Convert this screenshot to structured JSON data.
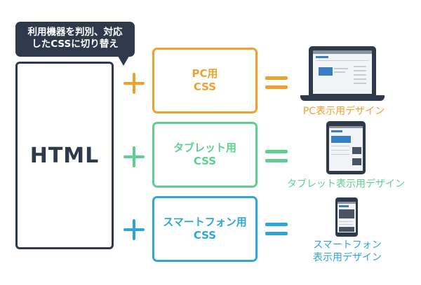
{
  "bubble": {
    "text_line1": "利用機器を判別、対応",
    "text_line2": "したCSSに切り替え"
  },
  "html_box": {
    "label": "HTML"
  },
  "operators": {
    "plus": "+",
    "equals": "="
  },
  "rows": [
    {
      "id": "pc",
      "css_line1": "PC用",
      "css_line2": "CSS",
      "output_line1": "PC表示用デザイン",
      "output_line2": "",
      "device": "laptop",
      "color": "#f0a02f"
    },
    {
      "id": "tablet",
      "css_line1": "タブレット用",
      "css_line2": "CSS",
      "output_line1": "タブレット表示用デザイン",
      "output_line2": "",
      "device": "tablet",
      "color": "#5fcf8f"
    },
    {
      "id": "smartphone",
      "css_line1": "スマートフォン用",
      "css_line2": "CSS",
      "output_line1": "スマートフォン",
      "output_line2": "表示用デザイン",
      "device": "smartphone",
      "color": "#2ea6d8"
    }
  ],
  "colors": {
    "dark": "#2e3a4c",
    "pc": "#f0a02f",
    "tablet": "#5fcf8f",
    "smartphone": "#2ea6d8"
  }
}
